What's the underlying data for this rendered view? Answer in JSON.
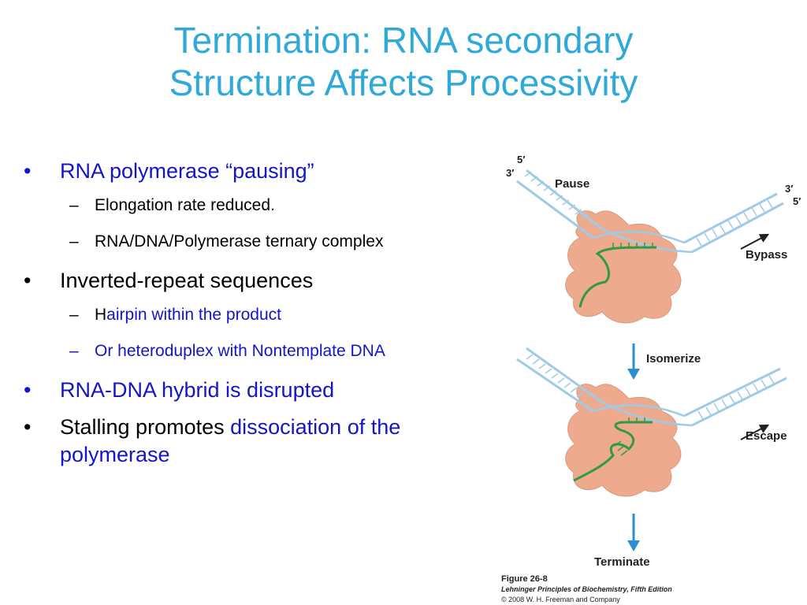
{
  "slide": {
    "title_line1": "Termination: RNA secondary",
    "title_line2": "Structure Affects Processivity",
    "bullets": {
      "b1_text": "RNA polymerase “pausing”",
      "b1_sub1": "Elongation rate reduced.",
      "b1_sub2": "RNA/DNA/Polymerase ternary complex",
      "b2_text": "Inverted-repeat sequences",
      "b2_sub1_prefix": "H",
      "b2_sub1_rest": "airpin within the product",
      "b2_sub2": "Or heteroduplex with Nontemplate DNA",
      "b3_text": "RNA-DNA hybrid is disrupted",
      "b4_prefix": "Stalling promotes ",
      "b4_highlight_line1": "dissociation of the",
      "b4_highlight_line2": "polymerase",
      "bullet_glyph": "•",
      "dash_glyph": "–"
    }
  },
  "figure": {
    "label_5prime_a": "5′",
    "label_3prime_a": "3′",
    "label_3prime_b": "3′",
    "label_5prime_b": "5′",
    "label_pause": "Pause",
    "label_bypass": "Bypass",
    "label_isomerize": "Isomerize",
    "label_escape": "Escape",
    "label_terminate": "Terminate",
    "caption_line1": "Figure 26-8",
    "caption_line2": "Lehninger Principles of Biochemistry, Fifth Edition",
    "caption_line3": "© 2008 W. H. Freeman and Company"
  },
  "colors": {
    "title": "#2fa9d8",
    "highlight_text": "#1414c8",
    "polymerase_blob": "#eeaa8c",
    "dna_strand": "#9fcbe6",
    "rna_strand": "#2f9a48",
    "arrow_blue": "#2a8fd2"
  }
}
